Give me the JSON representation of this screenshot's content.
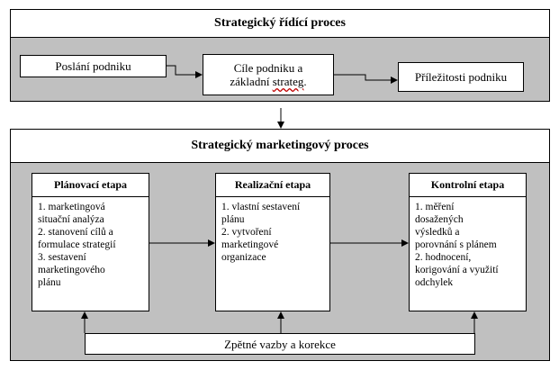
{
  "top_section": {
    "title": "Strategický řídící proces",
    "boxes": {
      "mission": "Poslání podniku",
      "goals_line1": "Cíle podniku a",
      "goals_line2_a": "základní ",
      "goals_line2_b": "strateg",
      "goals_line2_c": ".",
      "opportunities": "Příležitosti podniku"
    }
  },
  "bottom_section": {
    "title": "Strategický marketingový proces",
    "stages": [
      {
        "title": "Plánovací etapa",
        "items": [
          "1. marketingová\nsituační analýza",
          "2. stanovení cílů a\nformulace strategií",
          "3. sestavení\nmarketingového\nplánu"
        ]
      },
      {
        "title": "Realizační etapa",
        "items": [
          "1. vlastní sestavení\nplánu",
          "2. vytvoření\nmarketingové\norganizace"
        ]
      },
      {
        "title": "Kontrolní etapa",
        "items": [
          "1. měření\ndosažených\nvýsledků a\nporovnání s plánem",
          "2. hodnocení,\nkorigování a využití\nodchylek"
        ]
      }
    ],
    "feedback": "Zpětné vazby a korekce"
  },
  "colors": {
    "panel_gray": "#c0c0c0",
    "border": "#000000",
    "spellcheck": "#c00000"
  }
}
